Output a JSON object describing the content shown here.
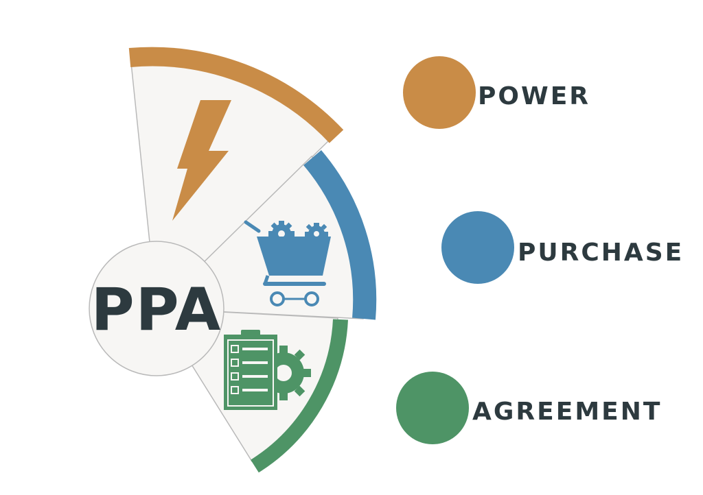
{
  "center": {
    "label": "PPA"
  },
  "segments": [
    {
      "id": "power",
      "icon": "lightning-bolt-icon",
      "color": "#C98C47"
    },
    {
      "id": "purchase",
      "icon": "shopping-cart-gears-icon",
      "color": "#4A89B4"
    },
    {
      "id": "agreement",
      "icon": "checklist-gear-icon",
      "color": "#4E9466"
    }
  ],
  "legend": [
    {
      "word": "POWER",
      "color": "#C98C47"
    },
    {
      "word": "PURCHASE",
      "color": "#4A89B4"
    },
    {
      "word": "AGREEMENT",
      "color": "#4E9466"
    }
  ],
  "colors": {
    "text": "#2D3A3F",
    "wedge_fill": "#F7F6F4",
    "outline": "#B9B9B9"
  }
}
